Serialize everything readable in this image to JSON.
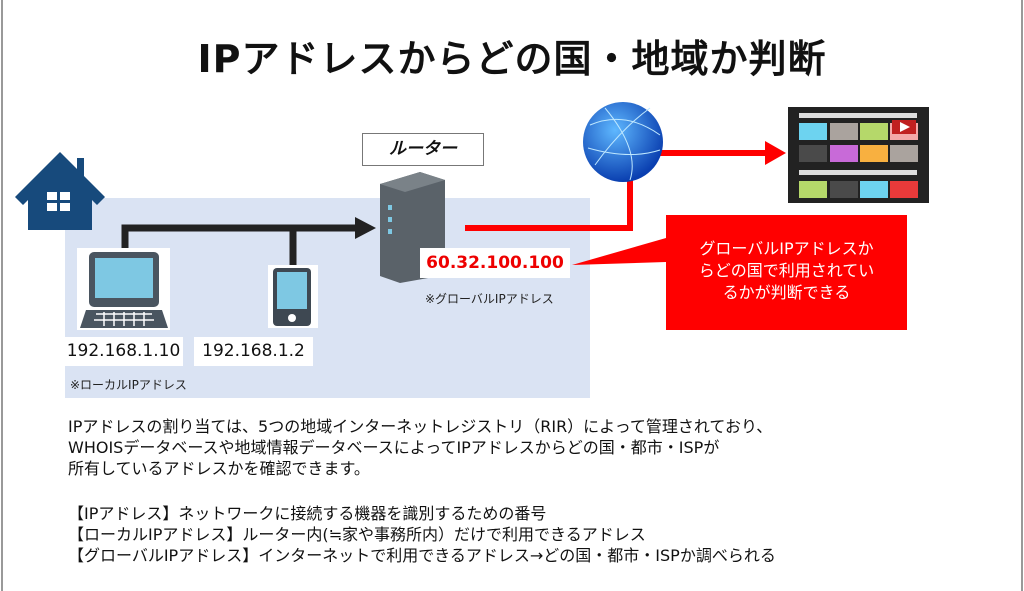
{
  "title": "IPアドレスからどの国・地域か判断",
  "router_label": "ルーター",
  "devices": [
    {
      "name": "laptop",
      "ip": "192.168.1.10"
    },
    {
      "name": "phone",
      "ip": "192.168.1.2"
    }
  ],
  "local_note": "※ローカルIPアドレス",
  "global_ip": "60.32.100.100",
  "global_note": "※グローバルIPアドレス",
  "callout": [
    "グローバルIPアドレスか",
    "らどの国で利用されてい",
    "るかが判断できる"
  ],
  "paragraph": [
    "IPアドレスの割り当ては、5つの地域インターネットレジストリ（RIR）によって管理されており、",
    "WHOISデータベースや地域情報データベースによってIPアドレスからどの国・都市・ISPが",
    "所有しているアドレスかを確認できます。"
  ],
  "definitions": [
    "【IPアドレス】ネットワークに接続する機器を識別するための番号",
    "【ローカルIPアドレス】ルーター内(≒家や事務所内）だけで利用できるアドレス",
    "【グローバルIPアドレス】インターネットで利用できるアドレス→どの国・都市・ISPか調べられる"
  ],
  "colors": {
    "accent": "#ff0000",
    "panel": "#dae3f3",
    "house": "#174a7c"
  }
}
